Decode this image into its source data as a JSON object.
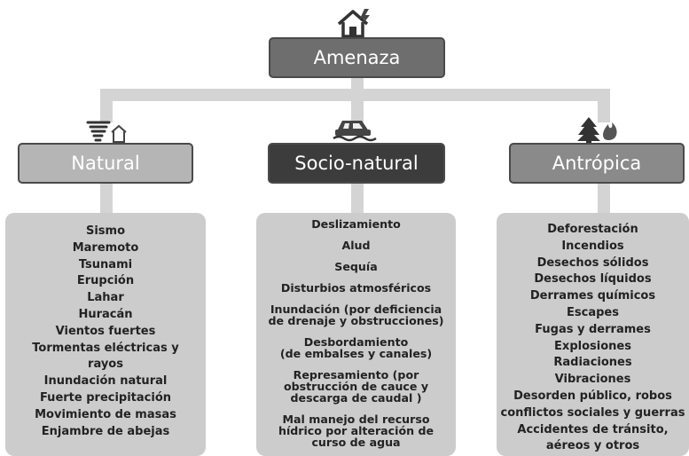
{
  "root": {
    "label": "Amenaza",
    "icon": "house-lightning-icon"
  },
  "categories": [
    {
      "label": "Natural",
      "icon": "tornado-house-icon",
      "items": [
        "Sismo",
        "Maremoto",
        "Tsunami",
        "Erupción",
        "Lahar",
        "Huracán",
        "Vientos fuertes",
        "Tormentas eléctricas y\nrayos",
        "Inundación natural",
        "Fuerte precipitación",
        "Movimiento de masas",
        "Enjambre de abejas"
      ]
    },
    {
      "label": "Socio-natural",
      "icon": "flooded-car-icon",
      "items": [
        "Deslizamiento",
        "Alud",
        "Sequía",
        "Disturbios atmosféricos",
        "Inundación (por deficiencia\nde drenaje y obstrucciones)",
        "Desbordamiento\n(de embalses y canales)",
        "Represamiento (por\nobstrucción de cauce y\ndescarga de caudal )",
        "Mal manejo del recurso\nhídrico por alteración de\ncurso de agua"
      ]
    },
    {
      "label": "Antrópica",
      "icon": "tree-fire-icon",
      "items": [
        "Deforestación",
        "Incendios",
        "Desechos sólidos",
        "Desechos líquidos",
        "Derrames químicos",
        "Escapes",
        "Fugas y derrames",
        "Explosiones",
        "Radiaciones",
        "Vibraciones",
        "Desorden público, robos",
        "conflictos sociales y guerras",
        "Accidentes de tránsito,",
        "aéreos y otros"
      ]
    }
  ],
  "colors": {
    "connector": "#d4d4d4",
    "root": "#6e6e6e",
    "natural": "#b5b5b5",
    "socio": "#3c3c3c",
    "antro": "#8a8a8a",
    "list": "#cccccc"
  }
}
